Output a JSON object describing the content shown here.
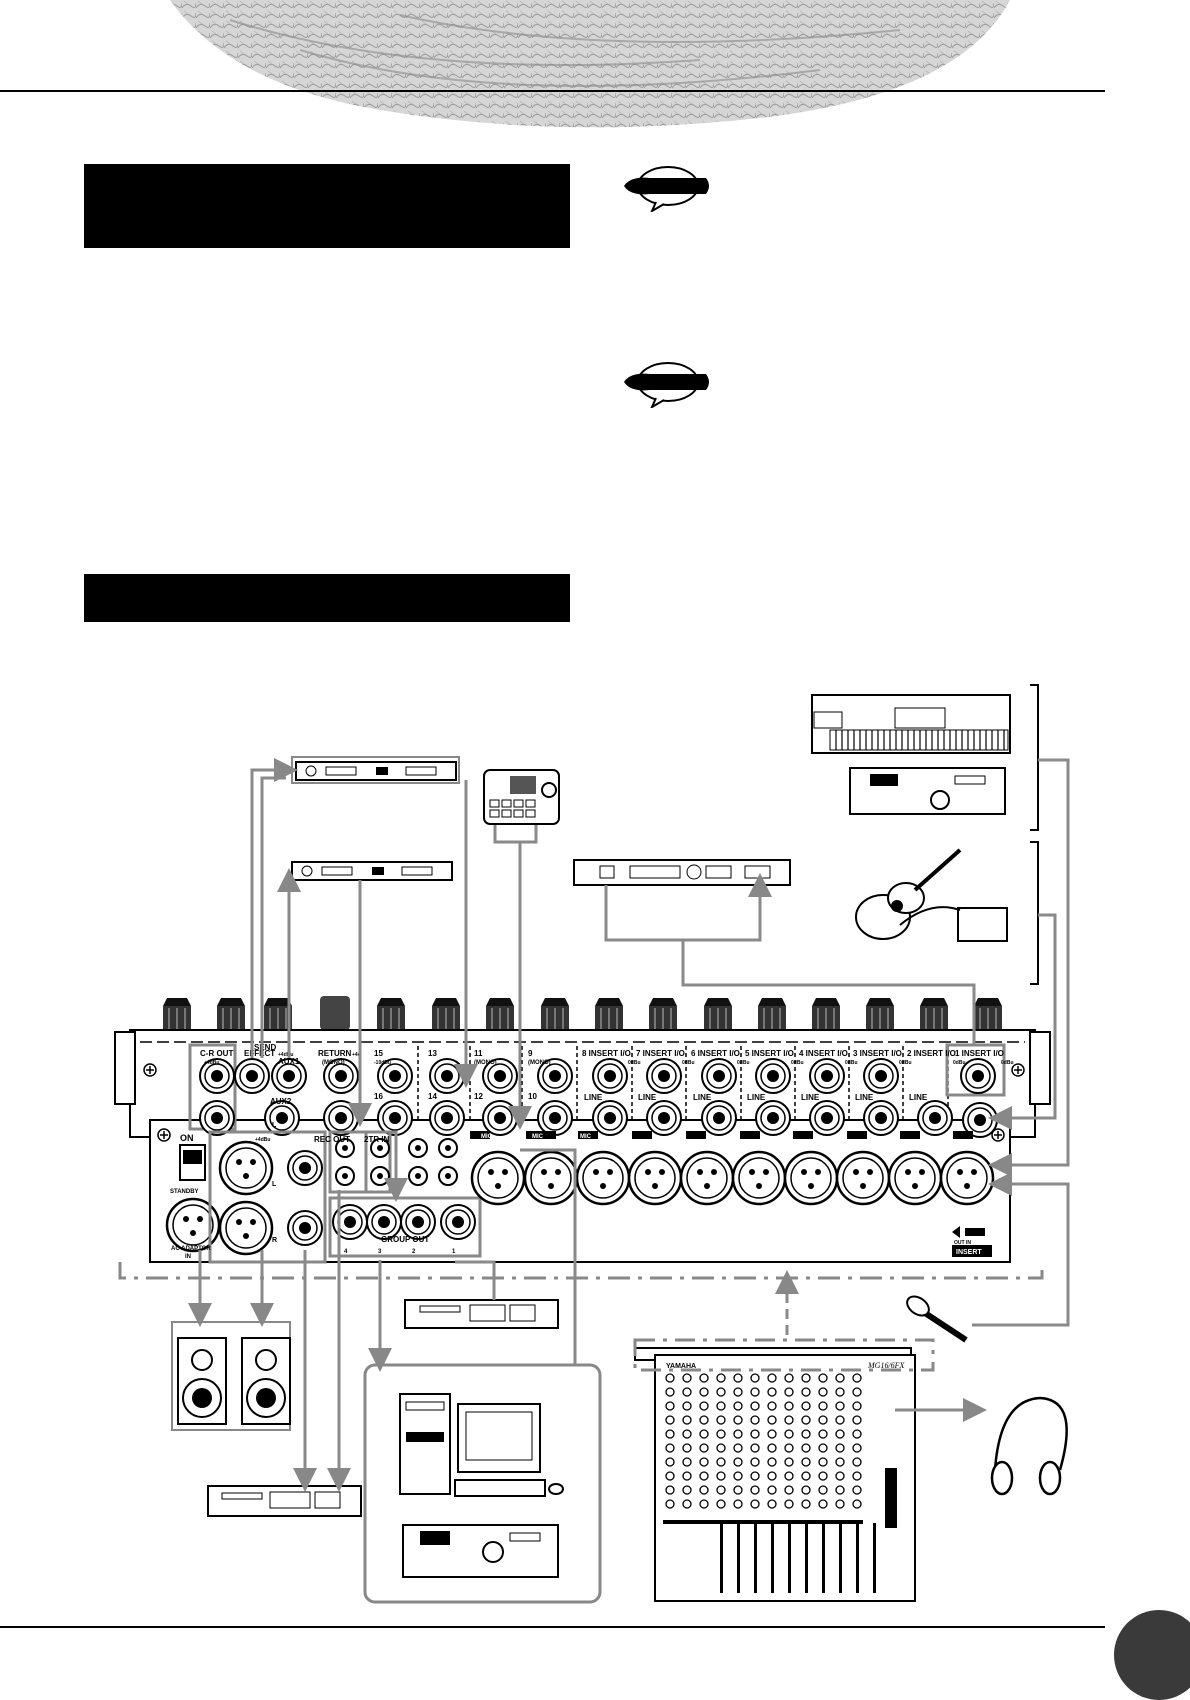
{
  "mixer": {
    "co_out": "C-R OUT",
    "co_level": "+4dBu",
    "send": "SEND",
    "effect": "EFFECT",
    "aux1": "AUX1",
    "aux2": "AUX2",
    "aux_level": "+4dBu",
    "return_label": "RETURN",
    "return_level": "+4d",
    "mono": "(MONO)",
    "rec_out": "REC OUT",
    "two_tr_in": "2TR IN",
    "group_out": "GROUP OUT",
    "stereo_out_level": "+4dBu",
    "ch15": "15",
    "ch16": "16",
    "ch13": "13",
    "ch14": "14",
    "ch11": "11",
    "ch12": "12",
    "ch9": "9",
    "ch10": "10",
    "level_10dbu": "-10dBu",
    "insert_io": "INSERT I/O",
    "insert_level": "0dBu",
    "line": "LINE",
    "mic": "MIC",
    "on": "ON",
    "standby": "STANDBY",
    "ac_adaptor": "AC ADAPTOR",
    "ac_in": "IN",
    "insert": "INSERT",
    "insert_dir": "OUT IN",
    "stereo_l": "L",
    "stereo_r": "R",
    "group_nums": [
      "4",
      "3",
      "2",
      "1"
    ],
    "insert_channels": [
      "8",
      "7",
      "6",
      "5",
      "4",
      "3",
      "2",
      "1"
    ]
  },
  "panel_mixer": {
    "brand": "YAMAHA",
    "model": "MG16/6FX"
  }
}
